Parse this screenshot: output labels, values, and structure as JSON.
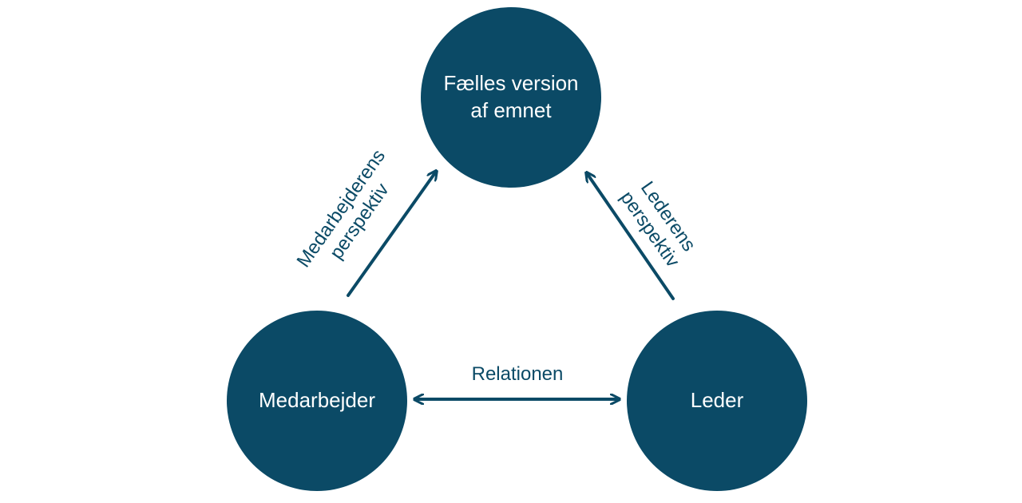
{
  "colors": {
    "node": "#0b4a66",
    "node_text": "#ffffff",
    "edge": "#0b4a66"
  },
  "nodes": {
    "top": {
      "line1": "Fælles version",
      "line2": "af emnet"
    },
    "left": {
      "label": "Medarbejder"
    },
    "right": {
      "label": "Leder"
    }
  },
  "edges": {
    "left_up": {
      "line1": "Medarbejderens",
      "line2": "perspektiv",
      "direction": "to-top"
    },
    "right_up": {
      "line1": "Lederens",
      "line2": "perspektiv",
      "direction": "to-top"
    },
    "bottom": {
      "label": "Relationen",
      "direction": "both"
    }
  }
}
